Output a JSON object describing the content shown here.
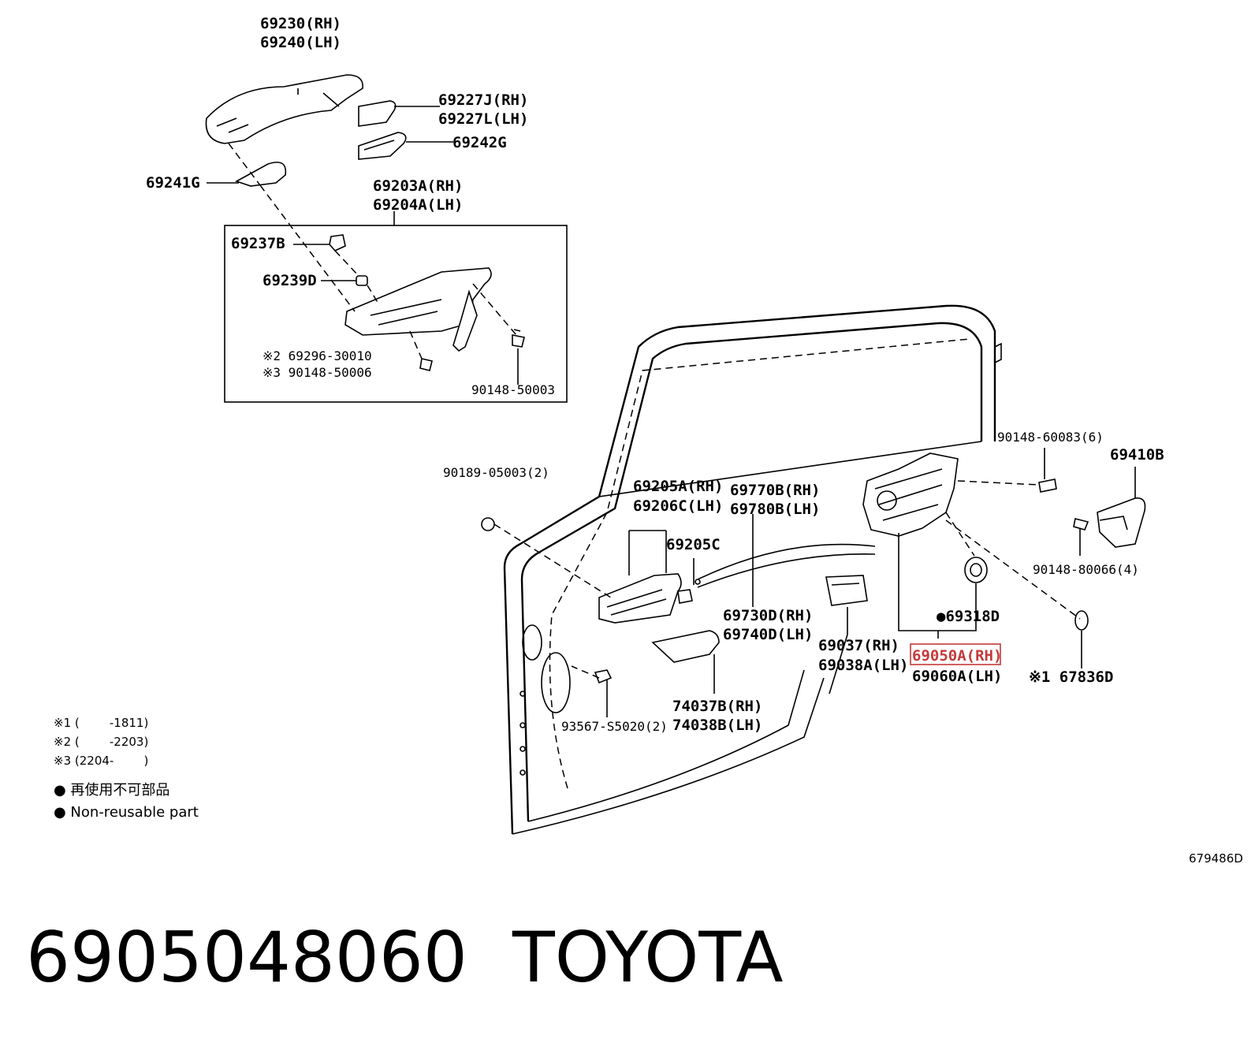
{
  "labels": {
    "l69230": "69230(RH)",
    "l69240": "69240(LH)",
    "l69227J": "69227J(RH)",
    "l69227L": "69227L(LH)",
    "l69242G": "69242G",
    "l69241G": "69241G",
    "l69203A": "69203A(RH)",
    "l69204A": "69204A(LH)",
    "l69237B": "69237B",
    "l69239D": "69239D",
    "l69296": "※2 69296-30010",
    "l90148_50006": "※3 90148-50006",
    "l90148_50003": "90148-50003",
    "l90148_60083": "90148-60083(6)",
    "l69410B": "69410B",
    "l90189": "90189-05003(2)",
    "l69205A": "69205A(RH)",
    "l69206C": "69206C(LH)",
    "l69770B": "69770B(RH)",
    "l69780B": "69780B(LH)",
    "l69205C": "69205C",
    "l90148_80066": "90148-80066(4)",
    "l69730D": "69730D(RH)",
    "l69740D": "69740D(LH)",
    "l69318D": "●69318D",
    "l69037": "69037(RH)",
    "l69038A": "69038A(LH)",
    "l69050A": "69050A(RH)",
    "l69060A": "69060A(LH)",
    "l67836D": "※1 67836D",
    "l74037B": "74037B(RH)",
    "l74038B": "74038B(LH)",
    "l93567": "93567-S5020(2)"
  },
  "notes": {
    "n1": "※1 (        -1811)",
    "n2": "※2 (        -2203)",
    "n3": "※3 (2204-        )"
  },
  "legend": {
    "jp": "● 再使用不可部品",
    "en": "● Non-reusable part"
  },
  "diagram_ref": "679486D",
  "footer": {
    "part_number": "6905048060",
    "brand": "TOYOTA"
  },
  "colors": {
    "highlight": "#c43a3a",
    "ink": "#000000"
  }
}
